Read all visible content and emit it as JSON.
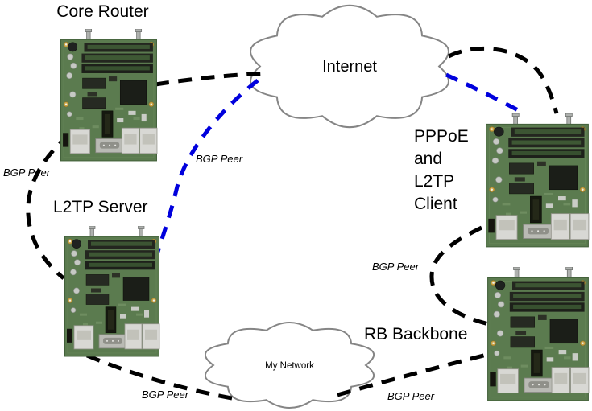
{
  "diagram": {
    "nodes": {
      "core_router": {
        "type": "router-board",
        "label": "Core Router"
      },
      "l2tp_server": {
        "type": "router-board",
        "label": "L2TP Server"
      },
      "pppoe_client": {
        "type": "router-board",
        "lines": [
          "PPPoE",
          "and",
          "L2TP",
          "Client"
        ]
      },
      "rb_backbone": {
        "type": "router-board",
        "label": "RB Backbone"
      },
      "internet": {
        "type": "cloud",
        "label": "Internet"
      },
      "my_network": {
        "type": "cloud",
        "label": "My Network"
      }
    },
    "links": [
      {
        "from": "core_router",
        "to": "internet",
        "style": "dashed",
        "color": "#000000",
        "label": ""
      },
      {
        "from": "internet",
        "to": "l2tp_server",
        "style": "dashed",
        "color": "#0000dd",
        "label": "BGP Peer"
      },
      {
        "from": "internet",
        "to": "pppoe_client",
        "style": "dashed",
        "color": "#000000",
        "label": ""
      },
      {
        "from": "internet",
        "to": "pppoe_client",
        "style": "dashed",
        "color": "#0000dd",
        "label": ""
      },
      {
        "from": "core_router",
        "to": "l2tp_server",
        "style": "dashed",
        "color": "#000000",
        "label": "BGP Peer"
      },
      {
        "from": "l2tp_server",
        "to": "my_network",
        "style": "dashed",
        "color": "#000000",
        "label": "BGP Peer"
      },
      {
        "from": "my_network",
        "to": "rb_backbone",
        "style": "dashed",
        "color": "#000000",
        "label": "BGP Peer"
      },
      {
        "from": "pppoe_client",
        "to": "rb_backbone",
        "style": "dashed",
        "color": "#000000",
        "label": "BGP Peer"
      }
    ],
    "colors": {
      "link_black": "#000000",
      "link_blue": "#0000dd",
      "cloud_stroke": "#858585",
      "text": "#000000"
    }
  }
}
